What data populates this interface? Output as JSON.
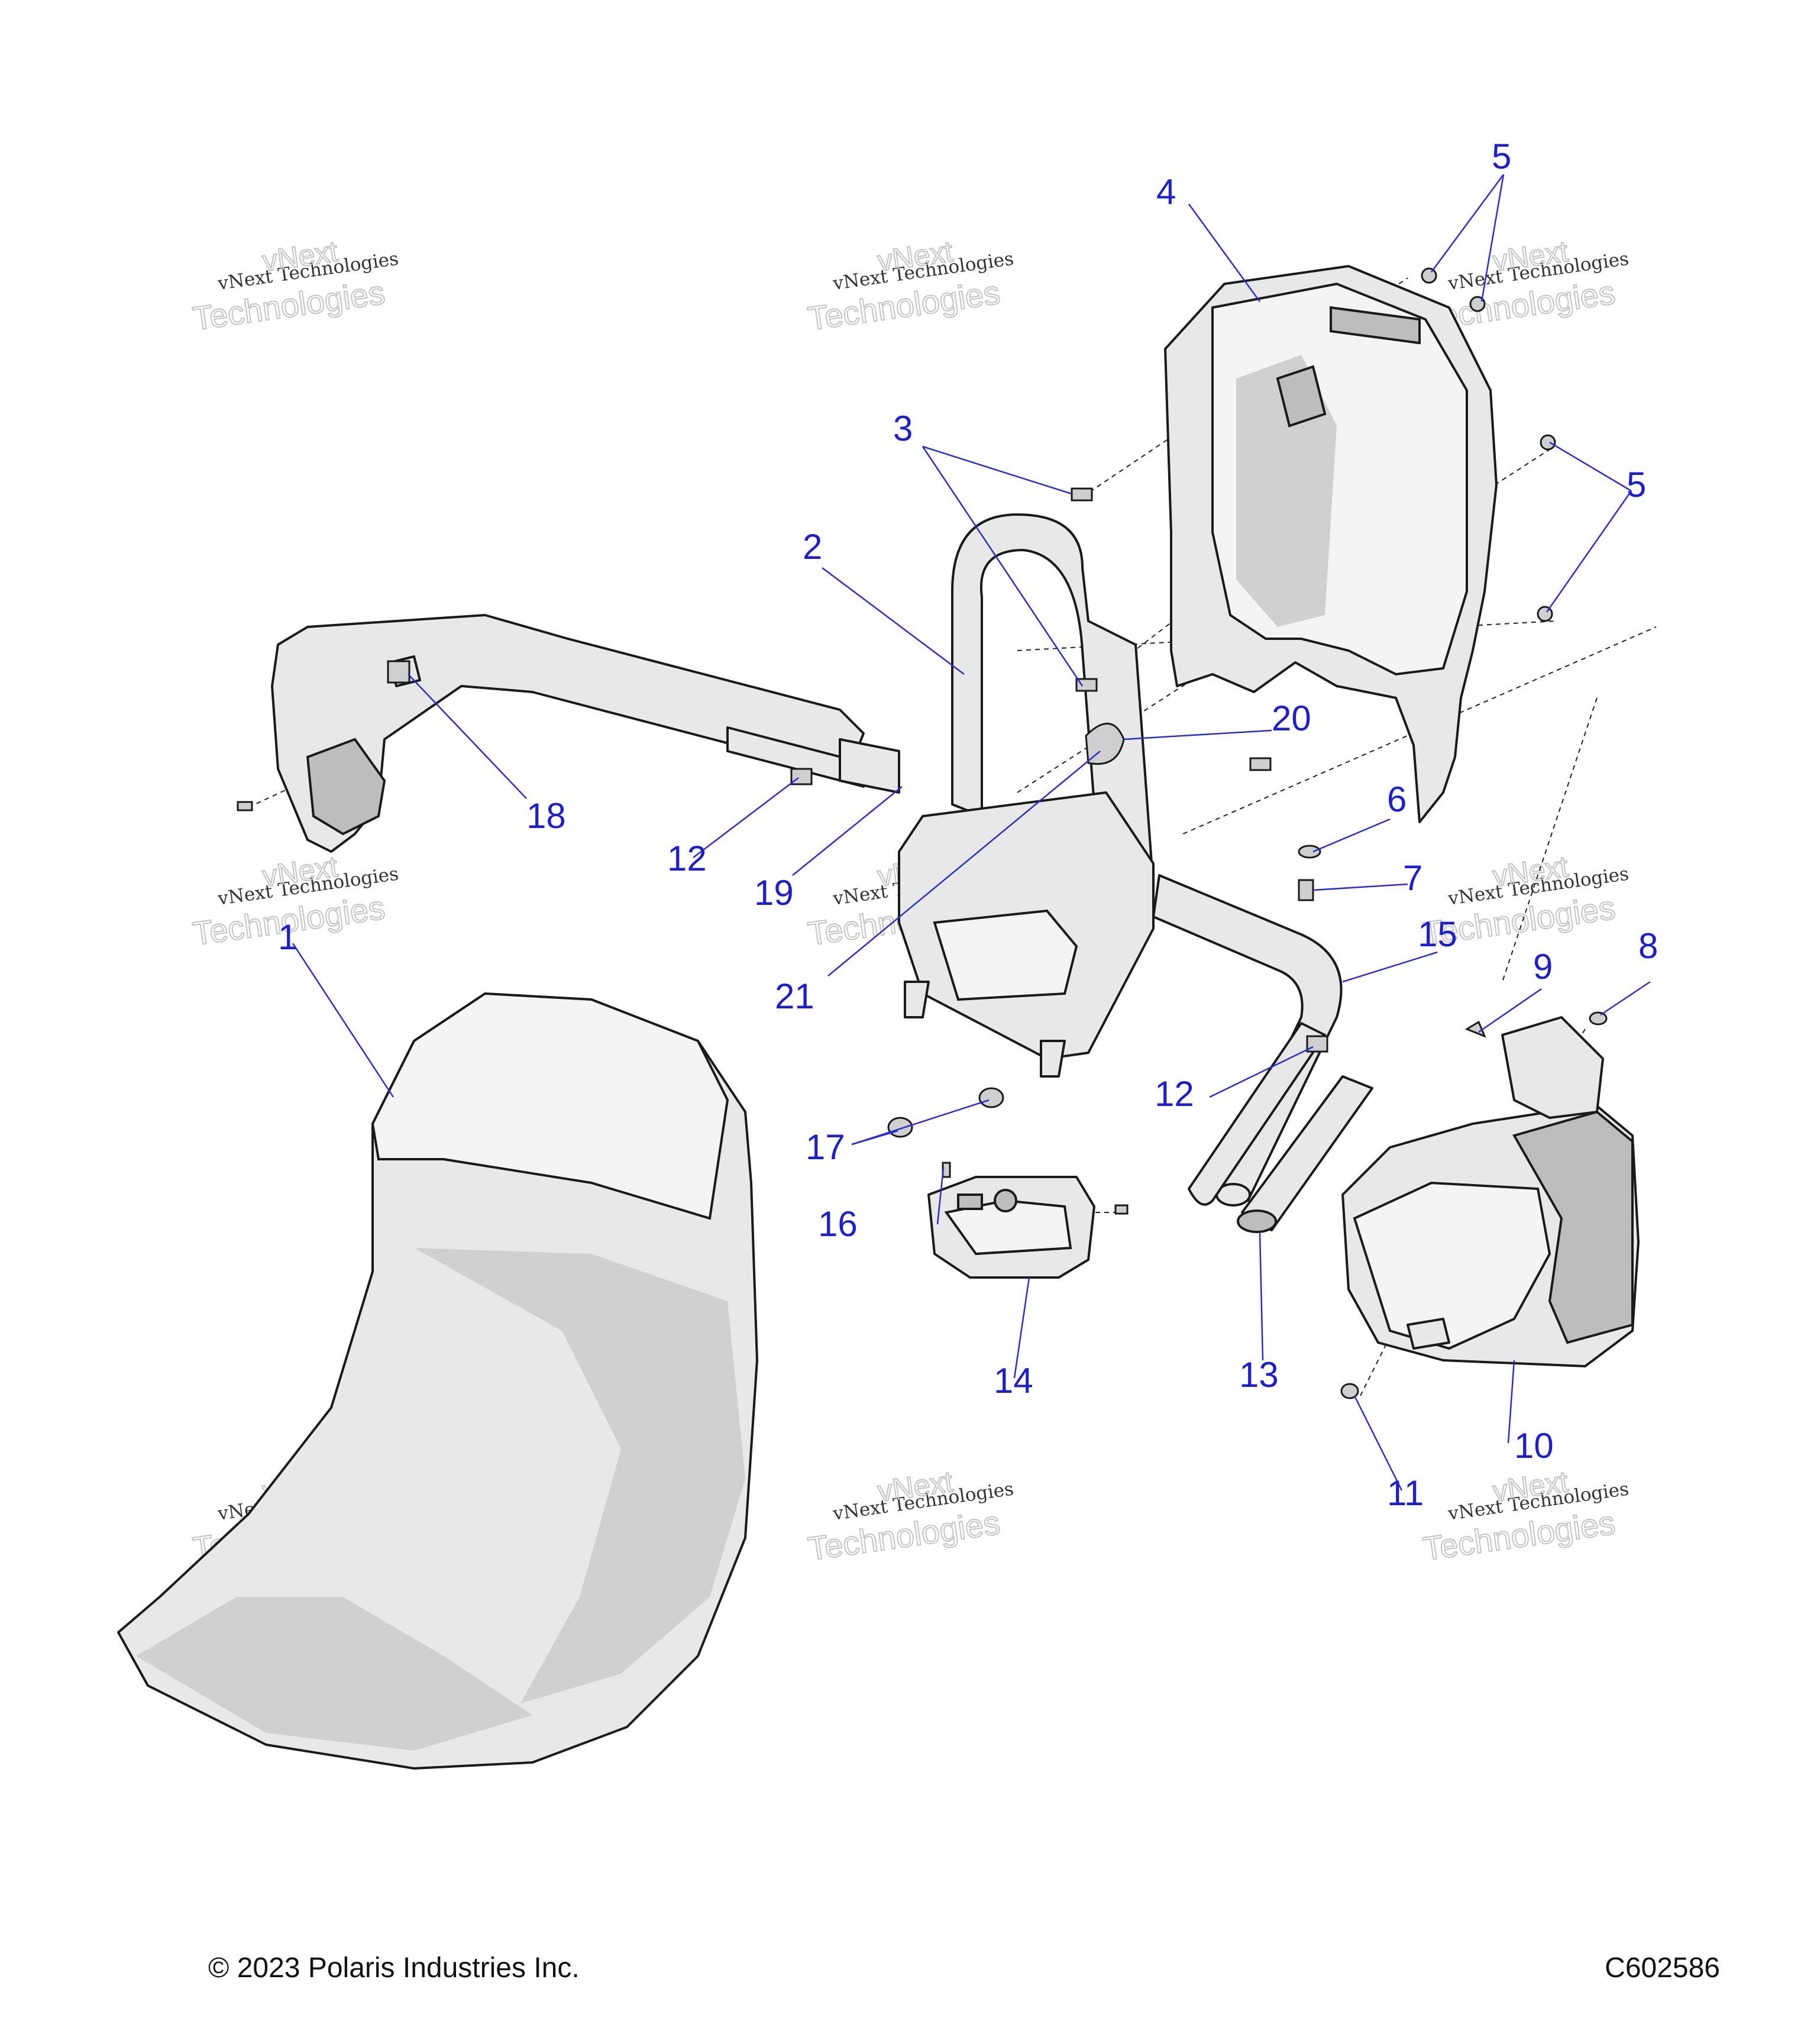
{
  "callouts": [
    "1",
    "2",
    "3",
    "4",
    "5",
    "5",
    "6",
    "7",
    "8",
    "9",
    "10",
    "11",
    "12",
    "12",
    "13",
    "14",
    "15",
    "16",
    "17",
    "18",
    "19",
    "20",
    "21"
  ],
  "watermark": {
    "line1": "vNext Technologies",
    "line2": "vNext",
    "line3": "Technologies"
  },
  "footer": {
    "copyright": "© 2023 Polaris Industries Inc.",
    "drawing_id": "C602586"
  },
  "colors": {
    "callout": "#1e1ed0",
    "leader": "#2b2bd4",
    "part_fill": "#e8e8e8",
    "outline": "#1a1a1a"
  }
}
